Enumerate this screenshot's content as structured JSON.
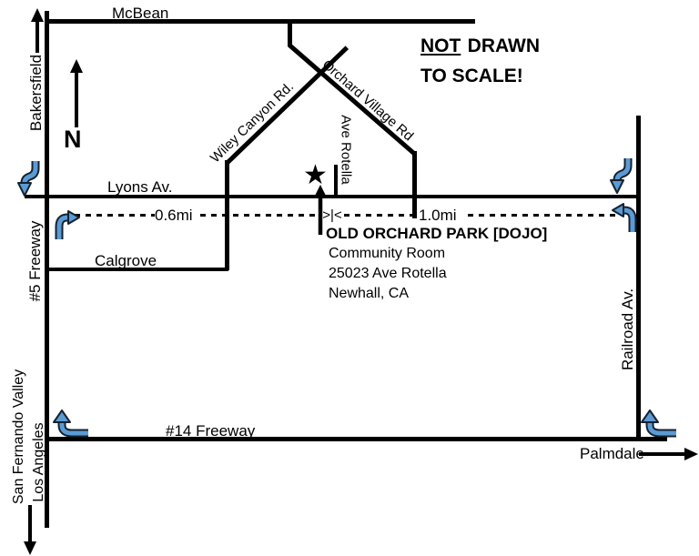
{
  "map": {
    "note": {
      "word1": "NOT",
      "rest1": "DRAWN",
      "line2": "TO SCALE!"
    },
    "compass_label": "N",
    "roads": {
      "mcbean": "McBean",
      "lyons": "Lyons Av.",
      "calgrove": "Calgrove",
      "freeway5": "#5 Freeway",
      "freeway14": "#14 Freeway",
      "railroad": "Railroad Av.",
      "wiley_canyon": "Wiley Canyon Rd.",
      "orchard_village": "Orchard Village Rd",
      "ave_rotella": "Ave Rotella"
    },
    "destinations": {
      "north": "Bakersfield",
      "south_line1": "San Fernando Valley",
      "south_line2": "Los Angeles",
      "east": "Palmdale"
    },
    "distances": {
      "west_segment": "0.6mi",
      "east_segment": "1.0mi",
      "midpoint_marker": ">|<"
    },
    "destination_card": {
      "name": "OLD ORCHARD PARK [DOJO]",
      "venue": "Community Room",
      "address": "25023 Ave Rotella",
      "city": "Newhall, CA"
    },
    "symbols": {
      "star": "★"
    },
    "colors": {
      "ramp_fill": "#5b9bd5",
      "ramp_outline": "#16222e",
      "road": "#000000"
    }
  }
}
